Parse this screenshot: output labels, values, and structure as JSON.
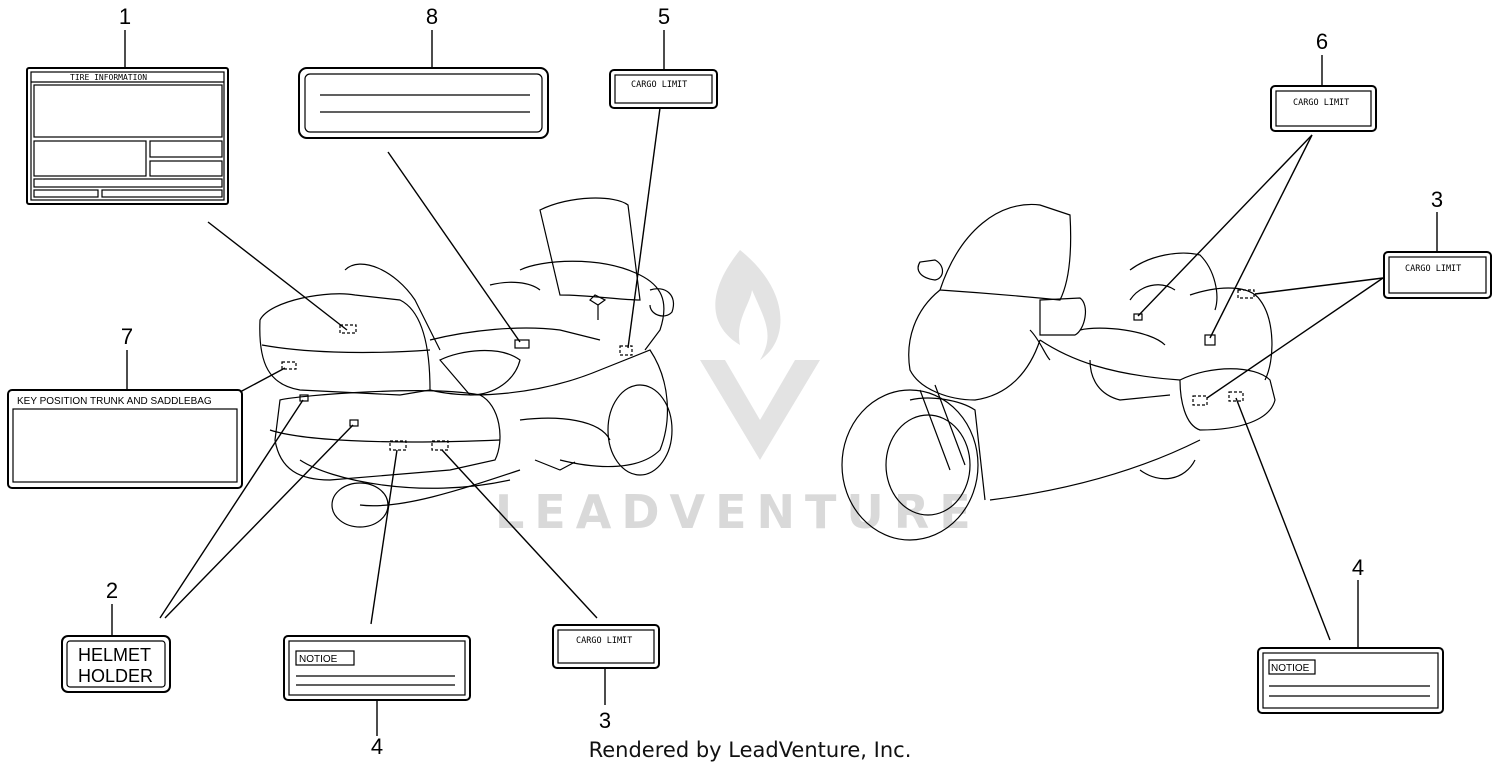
{
  "watermark": "LEADVENTURE",
  "footer": "Rendered by LeadVenture, Inc.",
  "labels": {
    "tire_info_title": "TIRE   INFORMATION",
    "key_position": "KEY POSITION  TRUNK AND SADDLEBAG",
    "helmet_line1": "HELMET",
    "helmet_line2": "HOLDER",
    "notice": "NOTIOE",
    "cargo_limit": "CARGO LIMIT"
  },
  "callouts": {
    "c1": "1",
    "c2": "2",
    "c3_left": "3",
    "c3_right": "3",
    "c4_left": "4",
    "c4_right": "4",
    "c5": "5",
    "c6": "6",
    "c7": "7",
    "c8": "8"
  }
}
